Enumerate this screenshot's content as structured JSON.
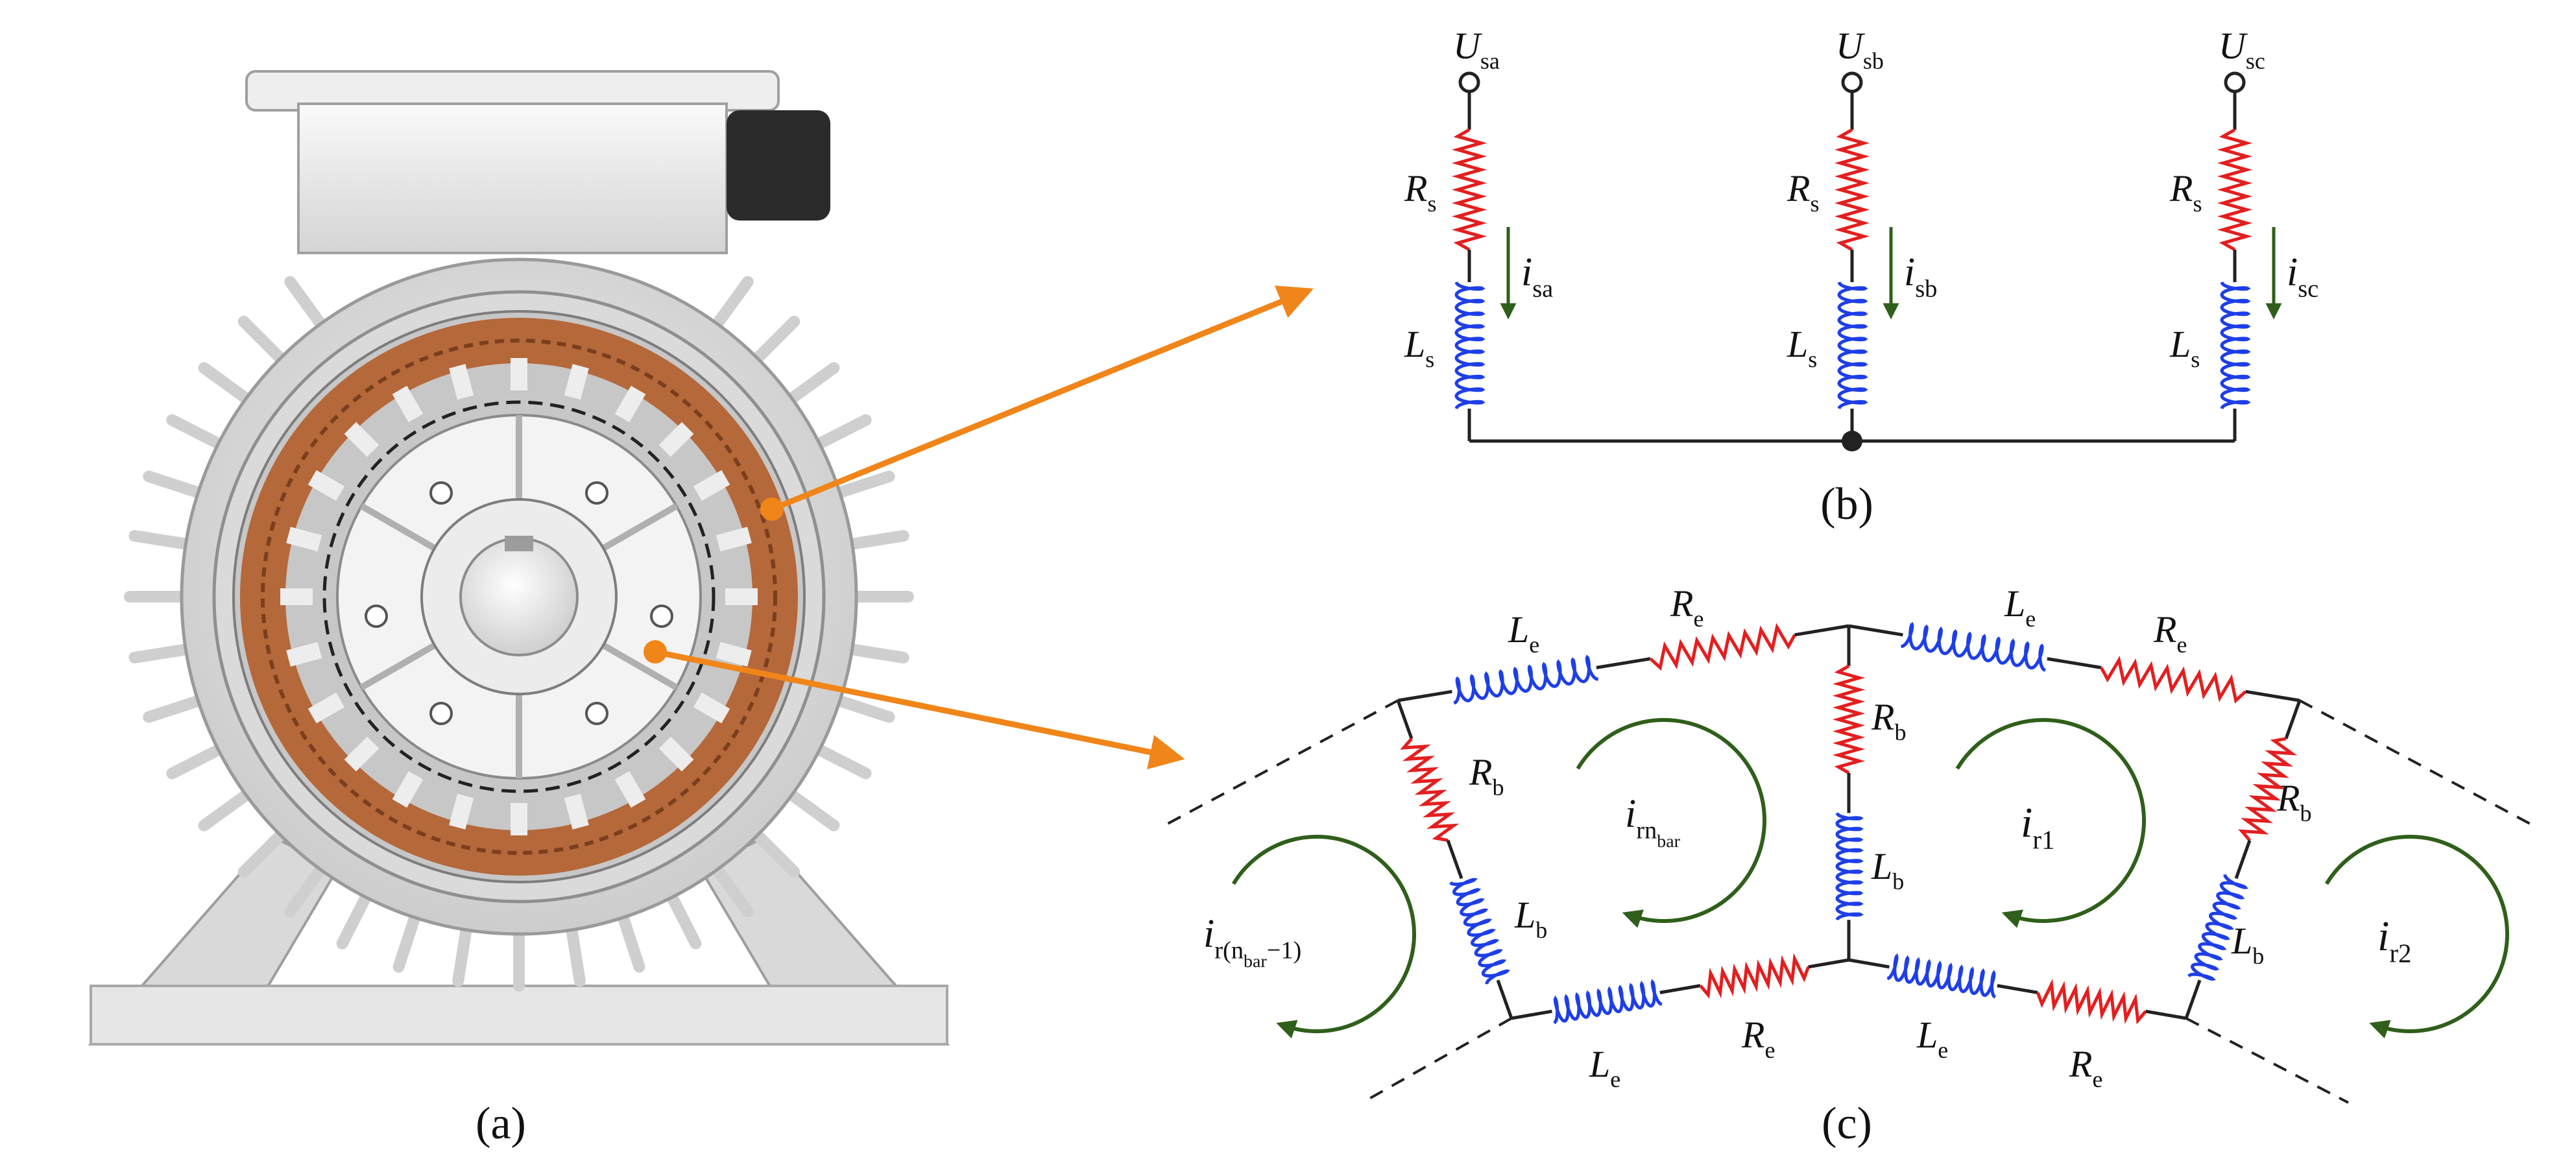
{
  "captions": {
    "a": "(a)",
    "b": "(b)",
    "c": "(c)"
  },
  "colors": {
    "resistor": "#e41e1e",
    "inductor": "#1e3ee8",
    "current_arrow": "#2f5f1a",
    "pointer_arrow": "#f08519",
    "copper_winding": "#b5683a"
  },
  "stator_circuit": {
    "phases": [
      {
        "voltage": "U",
        "voltage_sub": "sa",
        "resistor": "R",
        "resistor_sub": "s",
        "inductor": "L",
        "inductor_sub": "s",
        "current": "i",
        "current_sub": "sa"
      },
      {
        "voltage": "U",
        "voltage_sub": "sb",
        "resistor": "R",
        "resistor_sub": "s",
        "inductor": "L",
        "inductor_sub": "s",
        "current": "i",
        "current_sub": "sb"
      },
      {
        "voltage": "U",
        "voltage_sub": "sc",
        "resistor": "R",
        "resistor_sub": "s",
        "inductor": "L",
        "inductor_sub": "s",
        "current": "i",
        "current_sub": "sc"
      }
    ]
  },
  "rotor_circuit": {
    "end_inductor": {
      "main": "L",
      "sub": "e"
    },
    "end_resistor": {
      "main": "R",
      "sub": "e"
    },
    "bar_resistor": {
      "main": "R",
      "sub": "b"
    },
    "bar_inductor": {
      "main": "L",
      "sub": "b"
    },
    "loop_currents": {
      "r1": {
        "main": "i",
        "sub": "r1"
      },
      "r2": {
        "main": "i",
        "sub": "r2"
      },
      "rn": {
        "main": "i",
        "sub": "rn",
        "subsub": "bar"
      },
      "rn1": {
        "main": "i",
        "sub": "r(n",
        "subsub": "bar",
        "tail": "−1)"
      }
    }
  }
}
